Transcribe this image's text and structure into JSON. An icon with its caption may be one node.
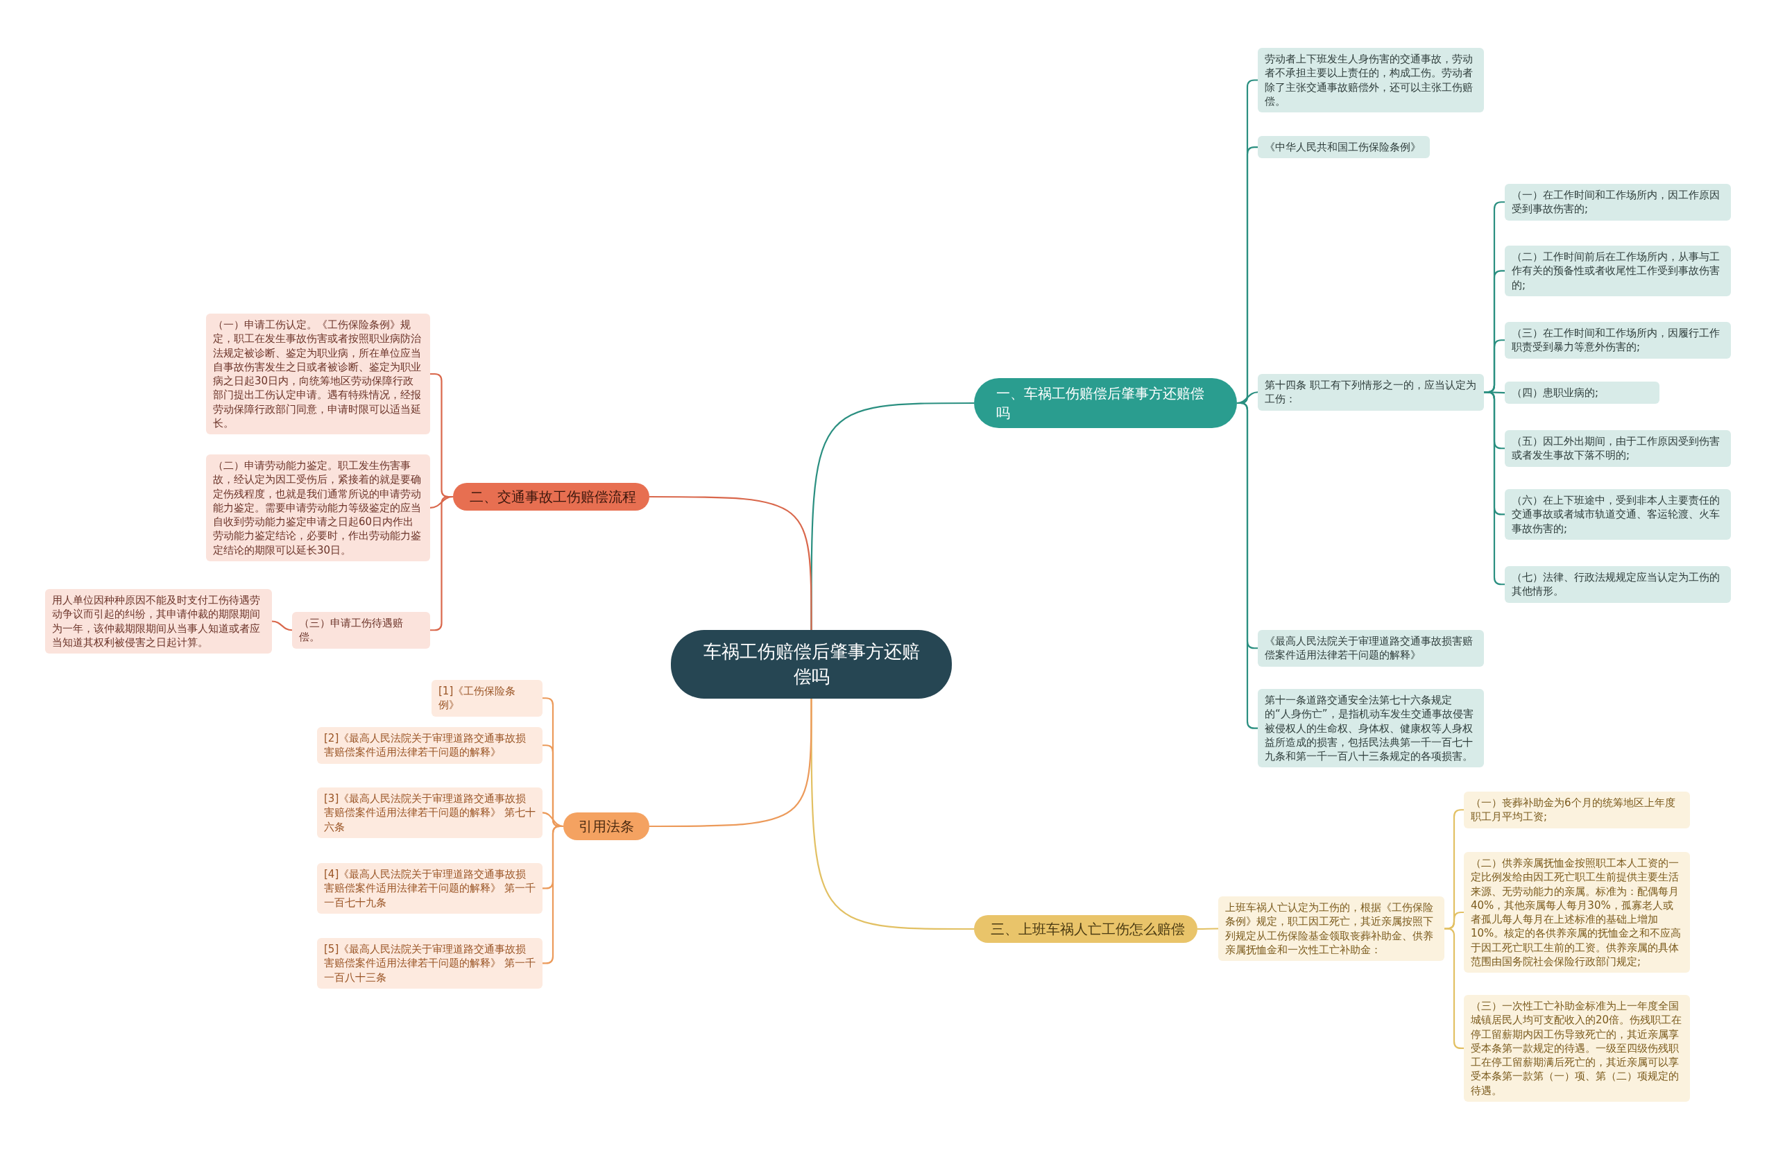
{
  "diagram": {
    "nodes": [
      {
        "text": [
          "车祸工伤赔偿后肇事方还赔偿吗"
        ]
      },
      {
        "text": [
          "一、车祸工伤赔偿后肇事方还赔偿吗"
        ]
      },
      {
        "text": [
          "劳动者上下班发生人身伤害的交通事故，劳动者不承担主要以上责任的，构成工伤。劳动者除了主张交通事故赔偿外，还可以主张工伤赔偿。"
        ]
      },
      {
        "text": [
          "《中华人民共和国工伤保险条例》"
        ]
      },
      {
        "text": [
          "第十四条 职工有下列情形之一的，应当认定为工伤："
        ]
      },
      {
        "text": [
          "（一）在工作时间和工作场所内，因工作原因受到事故伤害的;"
        ]
      },
      {
        "text": [
          "（二）工作时间前后在工作场所内，从事与工作有关的预备性或者收尾性工作受到事故伤害的;"
        ]
      },
      {
        "text": [
          "（三）在工作时间和工作场所内，因履行工作职责受到暴力等意外伤害的;"
        ]
      },
      {
        "text": [
          "（四）患职业病的;"
        ]
      },
      {
        "text": [
          "（五）因工外出期间，由于工作原因受到伤害或者发生事故下落不明的;"
        ]
      },
      {
        "text": [
          "（六）在上下班途中，受到非本人主要责任的交通事故或者城市轨道交通、客运轮渡、火车事故伤害的;"
        ]
      },
      {
        "text": [
          "（七）法律、行政法规规定应当认定为工伤的其他情形。"
        ]
      },
      {
        "text": [
          "《最高人民法院关于审理道路交通事故损害赔偿案件适用法律若干问题的解释》"
        ]
      },
      {
        "text": [
          "第十一条道路交通安全法第七十六条规定的“人身伤亡”，是指机动车发生交通事故侵害被侵权人的生命权、身体权、健康权等人身权益所造成的损害，包括民法典第一千一百七十九条和第一千一百八十三条规定的各项损害。"
        ]
      },
      {
        "text": [
          "三、上班车祸人亡工伤怎么赔偿"
        ]
      },
      {
        "text": [
          "上班车祸人亡认定为工伤的，根据《工伤保险条例》规定，职工因工死亡，其近亲属按照下列规定从工伤保险基金领取丧葬补助金、供养亲属抚恤金和一次性工亡补助金："
        ]
      },
      {
        "text": [
          "（一）丧葬补助金为6个月的统筹地区上年度职工月平均工资;"
        ]
      },
      {
        "text": [
          "（二）供养亲属抚恤金按照职工本人工资的一定比例发给由因工死亡职工生前提供主要生活来源、无劳动能力的亲属。标准为：配偶每月40%，其他亲属每人每月30%，孤寡老人或者孤儿每人每月在上述标准的基础上增加10%。核定的各供养亲属的抚恤金之和不应高于因工死亡职工生前的工资。供养亲属的具体范围由国务院社会保险行政部门规定;"
        ]
      },
      {
        "text": [
          "（三）一次性工亡补助金标准为上一年度全国城镇居民人均可支配收入的20倍。伤残职工在停工留薪期内因工伤导致死亡的，其近亲属享受本条第一款规定的待遇。一级至四级伤残职工在停工留薪期满后死亡的，其近亲属可以享受本条第一款第（一）项、第（二）项规定的待遇。"
        ]
      },
      {
        "text": [
          "二、交通事故工伤赔偿流程"
        ]
      },
      {
        "text": [
          "（一）申请工伤认定。《工伤保险条例》规定，职工在发生事故伤害或者按照职业病防治法规定被诊断、鉴定为职业病，所在单位应当自事故伤害发生之日或者被诊断、鉴定为职业病之日起30日内，向统筹地区劳动保障行政部门提出工伤认定申请。遇有特殊情况，经报劳动保障行政部门同意，申请时限可以适当延长。"
        ]
      },
      {
        "text": [
          "（二）申请劳动能力鉴定。职工发生伤害事故，经认定为因工受伤后，紧接着的就是要确定伤残程度，也就是我们通常所说的申请劳动能力鉴定。需要申请劳动能力等级鉴定的应当自收到劳动能力鉴定申请之日起60日内作出劳动能力鉴定结论，必要时，作出劳动能力鉴定结论的期限可以延长30日。"
        ]
      },
      {
        "text": [
          "（三）申请工伤待遇赔偿。"
        ]
      },
      {
        "text": [
          "用人单位因种种原因不能及时支付工伤待遇劳动争议而引起的纠纷，其申请仲裁的期限期间为一年，该仲裁期限期间从当事人知道或者应当知道其权利被侵害之日起计算。"
        ]
      },
      {
        "text": [
          "引用法条"
        ]
      },
      {
        "text": [
          "[1]《工伤保险条例》"
        ]
      },
      {
        "text": [
          "[2]《最高人民法院关于审理道路交通事故损害赔偿案件适用法律若干问题的解释》"
        ]
      },
      {
        "text": [
          "[3]《最高人民法院关于审理道路交通事故损害赔偿案件适用法律若干问题的解释》 第七十六条"
        ]
      },
      {
        "text": [
          "[4]《最高人民法院关于审理道路交通事故损害赔偿案件适用法律若干问题的解释》 第一千一百七十九条"
        ]
      },
      {
        "text": [
          "[5]《最高人民法院关于审理道路交通事故损害赔偿案件适用法律若干问题的解释》 第一千一百八十三条"
        ]
      }
    ],
    "edges": [
      {
        "from": 0,
        "to": 1,
        "arrow": "none"
      },
      {
        "from": 1,
        "to": 2,
        "arrow": "none"
      },
      {
        "from": 1,
        "to": 3,
        "arrow": "none"
      },
      {
        "from": 1,
        "to": 4,
        "arrow": "none"
      },
      {
        "from": 4,
        "to": 5,
        "arrow": "none"
      },
      {
        "from": 4,
        "to": 6,
        "arrow": "none"
      },
      {
        "from": 4,
        "to": 7,
        "arrow": "none"
      },
      {
        "from": 4,
        "to": 8,
        "arrow": "none"
      },
      {
        "from": 4,
        "to": 9,
        "arrow": "none"
      },
      {
        "from": 4,
        "to": 10,
        "arrow": "none"
      },
      {
        "from": 4,
        "to": 11,
        "arrow": "none"
      },
      {
        "from": 1,
        "to": 12,
        "arrow": "none"
      },
      {
        "from": 1,
        "to": 13,
        "arrow": "none"
      },
      {
        "from": 0,
        "to": 14,
        "arrow": "none",
        "color": "#e2c063"
      },
      {
        "from": 14,
        "to": 15,
        "arrow": "none",
        "color": "#e2c063"
      },
      {
        "from": 15,
        "to": 16,
        "arrow": "none",
        "color": "#e2c063"
      },
      {
        "from": 15,
        "to": 17,
        "arrow": "none",
        "color": "#e2c063"
      },
      {
        "from": 15,
        "to": 18,
        "arrow": "none",
        "color": "#e2c063"
      },
      {
        "from": 0,
        "to": 19,
        "arrow": "none",
        "color": "#d9674b"
      },
      {
        "from": 19,
        "to": 20,
        "arrow": "none",
        "color": "#d9674b"
      },
      {
        "from": 19,
        "to": 21,
        "arrow": "none",
        "color": "#d9674b"
      },
      {
        "from": 19,
        "to": 22,
        "arrow": "none",
        "color": "#d9674b"
      },
      {
        "from": 22,
        "to": 23,
        "arrow": "none",
        "color": "#d9674b"
      },
      {
        "from": 0,
        "to": 24,
        "arrow": "none",
        "color": "#ec9a5a"
      },
      {
        "from": 24,
        "to": 25,
        "arrow": "none",
        "color": "#ec9a5a"
      },
      {
        "from": 24,
        "to": 26,
        "arrow": "none",
        "color": "#ec9a5a"
      },
      {
        "from": 24,
        "to": 27,
        "arrow": "none",
        "color": "#ec9a5a"
      },
      {
        "from": 24,
        "to": 28,
        "arrow": "none",
        "color": "#ec9a5a"
      },
      {
        "from": 24,
        "to": 29,
        "arrow": "none",
        "color": "#ec9a5a"
      }
    ]
  }
}
